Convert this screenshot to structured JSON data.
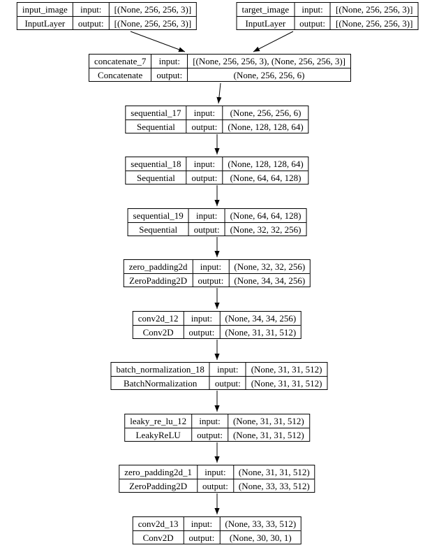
{
  "diagram": {
    "kind": "keras-model-architecture-graph",
    "labels": {
      "input": "input:",
      "output": "output:"
    },
    "nodes": [
      {
        "name": "input_image",
        "type": "InputLayer",
        "input_shape": "[(None, 256, 256, 3)]",
        "output_shape": "[(None, 256, 256, 3)]"
      },
      {
        "name": "target_image",
        "type": "InputLayer",
        "input_shape": "[(None, 256, 256, 3)]",
        "output_shape": "[(None, 256, 256, 3)]"
      },
      {
        "name": "concatenate_7",
        "type": "Concatenate",
        "input_shape": "[(None, 256, 256, 3), (None, 256, 256, 3)]",
        "output_shape": "(None, 256, 256, 6)"
      },
      {
        "name": "sequential_17",
        "type": "Sequential",
        "input_shape": "(None, 256, 256, 6)",
        "output_shape": "(None, 128, 128, 64)"
      },
      {
        "name": "sequential_18",
        "type": "Sequential",
        "input_shape": "(None, 128, 128, 64)",
        "output_shape": "(None, 64, 64, 128)"
      },
      {
        "name": "sequential_19",
        "type": "Sequential",
        "input_shape": "(None, 64, 64, 128)",
        "output_shape": "(None, 32, 32, 256)"
      },
      {
        "name": "zero_padding2d",
        "type": "ZeroPadding2D",
        "input_shape": "(None, 32, 32, 256)",
        "output_shape": "(None, 34, 34, 256)"
      },
      {
        "name": "conv2d_12",
        "type": "Conv2D",
        "input_shape": "(None, 34, 34, 256)",
        "output_shape": "(None, 31, 31, 512)"
      },
      {
        "name": "batch_normalization_18",
        "type": "BatchNormalization",
        "input_shape": "(None, 31, 31, 512)",
        "output_shape": "(None, 31, 31, 512)"
      },
      {
        "name": "leaky_re_lu_12",
        "type": "LeakyReLU",
        "input_shape": "(None, 31, 31, 512)",
        "output_shape": "(None, 31, 31, 512)"
      },
      {
        "name": "zero_padding2d_1",
        "type": "ZeroPadding2D",
        "input_shape": "(None, 31, 31, 512)",
        "output_shape": "(None, 33, 33, 512)"
      },
      {
        "name": "conv2d_13",
        "type": "Conv2D",
        "input_shape": "(None, 33, 33, 512)",
        "output_shape": "(None, 30, 30, 1)"
      }
    ],
    "edges": [
      {
        "from": "input_image",
        "to": "concatenate_7"
      },
      {
        "from": "target_image",
        "to": "concatenate_7"
      },
      {
        "from": "concatenate_7",
        "to": "sequential_17"
      },
      {
        "from": "sequential_17",
        "to": "sequential_18"
      },
      {
        "from": "sequential_18",
        "to": "sequential_19"
      },
      {
        "from": "sequential_19",
        "to": "zero_padding2d"
      },
      {
        "from": "zero_padding2d",
        "to": "conv2d_12"
      },
      {
        "from": "conv2d_12",
        "to": "batch_normalization_18"
      },
      {
        "from": "batch_normalization_18",
        "to": "leaky_re_lu_12"
      },
      {
        "from": "leaky_re_lu_12",
        "to": "zero_padding2d_1"
      },
      {
        "from": "zero_padding2d_1",
        "to": "conv2d_13"
      }
    ],
    "colors": {
      "background": "#ffffff",
      "border": "#000000",
      "text": "#000000",
      "edge": "#000000"
    }
  }
}
